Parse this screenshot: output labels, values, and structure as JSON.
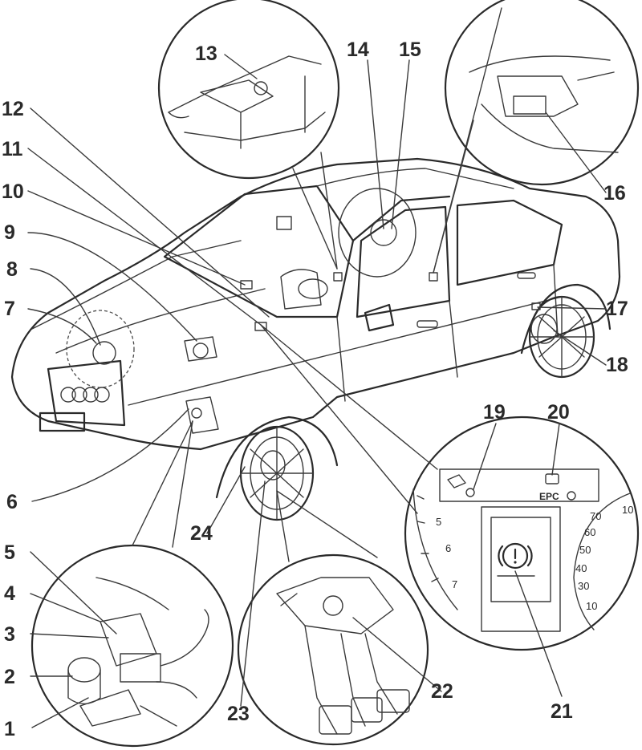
{
  "diagram": {
    "labels": [
      "1",
      "2",
      "3",
      "4",
      "5",
      "6",
      "7",
      "8",
      "9",
      "10",
      "11",
      "12",
      "13",
      "14",
      "15",
      "16",
      "17",
      "18",
      "19",
      "20",
      "21",
      "22",
      "23",
      "24"
    ],
    "badge_text": "EPC",
    "speedometer_ticks": [
      "70",
      "60",
      "50",
      "40",
      "30",
      "10",
      "10"
    ],
    "tachometer_ticks": [
      "5",
      "6",
      "7"
    ]
  }
}
